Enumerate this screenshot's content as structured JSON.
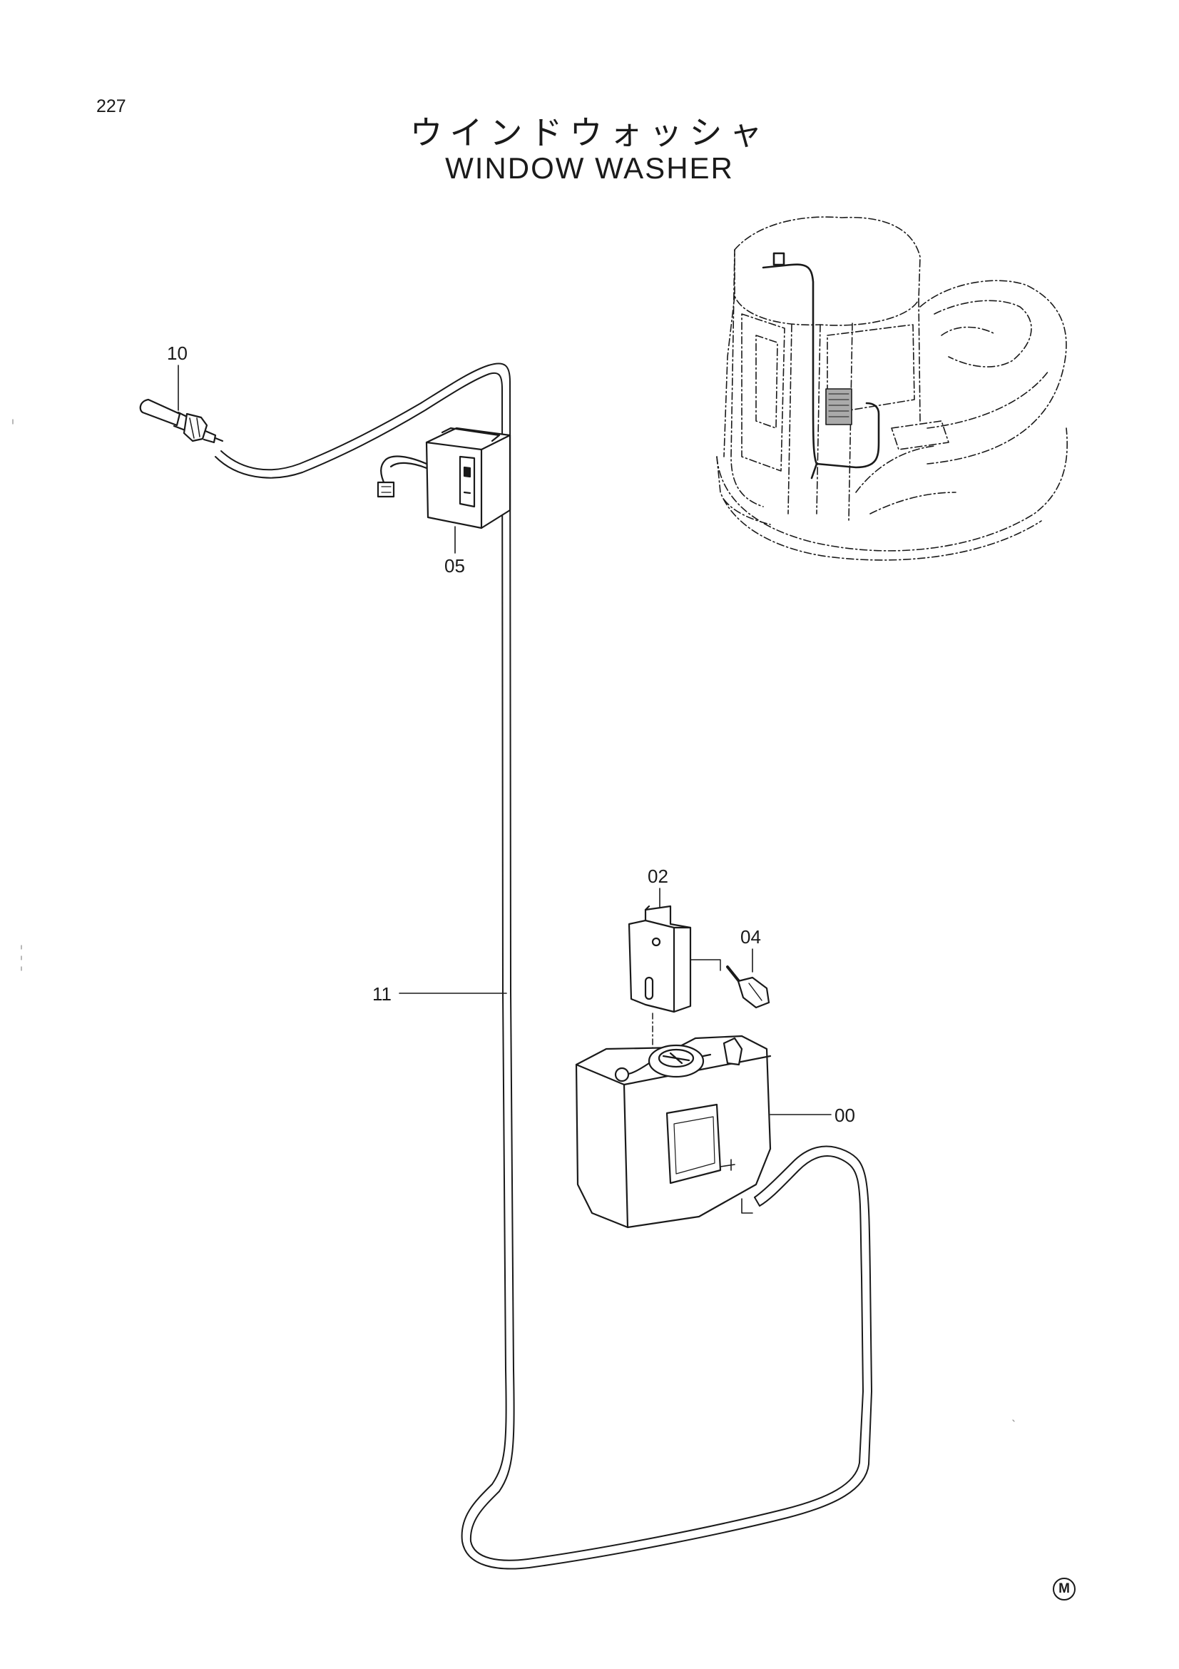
{
  "page": {
    "number": "227",
    "title_jp": "ウインドウォッシャ",
    "title_en": "WINDOW WASHER",
    "mark": "M"
  },
  "callouts": {
    "nozzle": "10",
    "switch": "05",
    "bracket": "02",
    "bolt": "04",
    "hose": "11",
    "tank": "00"
  }
}
